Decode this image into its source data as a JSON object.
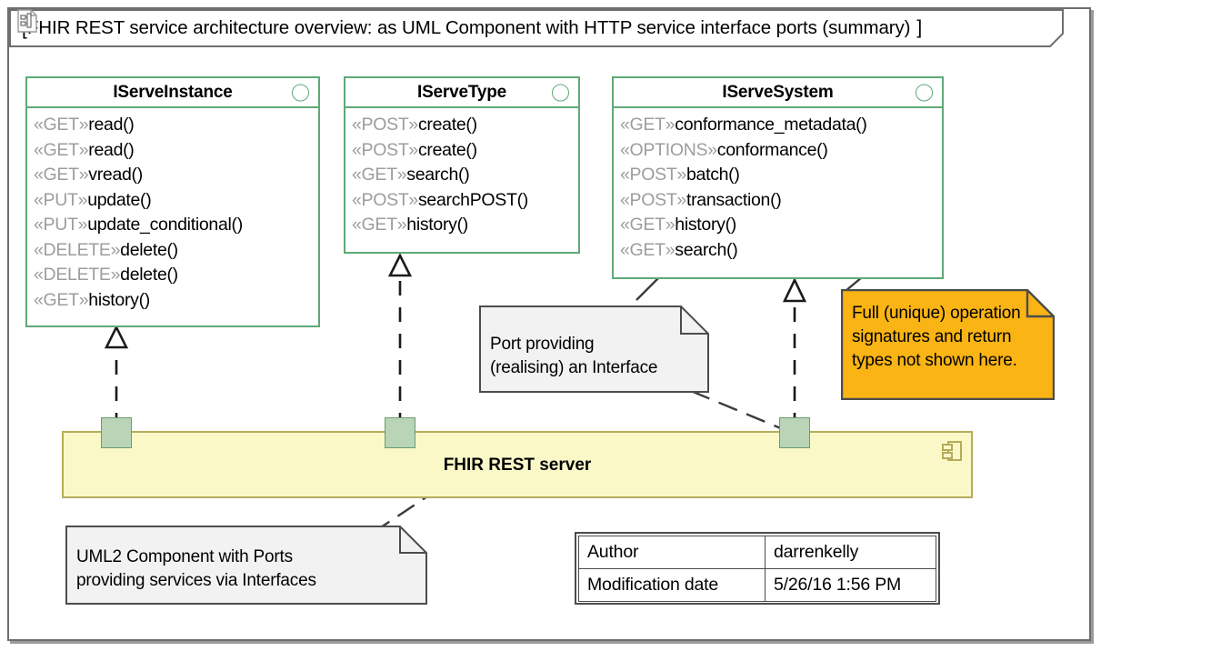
{
  "header": {
    "bracket_left": "[",
    "bracket_right": "]",
    "icon": "uml-diagram-document-icon",
    "title": "FHIR REST service architecture overview: as UML Component with HTTP service interface ports (summary)"
  },
  "colors": {
    "interface_border": "#5fa877",
    "component_fill": "#fbf8c8",
    "component_border": "#b5ac5a",
    "port_fill": "#b9d4b7",
    "port_border": "#6a9e6c",
    "note_gray_fill": "#f2f2f2",
    "note_orange_fill": "#fab414",
    "note_border": "#4c4c4c",
    "stereotype_text": "#9d9d9d",
    "frame_border": "#6e6e6e"
  },
  "interfaces": [
    {
      "name": "IServeInstance",
      "operations": [
        {
          "stereotype": "«GET»",
          "name": "read()"
        },
        {
          "stereotype": "«GET»",
          "name": "read()"
        },
        {
          "stereotype": "«GET»",
          "name": "vread()"
        },
        {
          "stereotype": "«PUT»",
          "name": "update()"
        },
        {
          "stereotype": "«PUT»",
          "name": "update_conditional()"
        },
        {
          "stereotype": "«DELETE»",
          "name": "delete()"
        },
        {
          "stereotype": "«DELETE»",
          "name": "delete()"
        },
        {
          "stereotype": "«GET»",
          "name": "history()"
        }
      ]
    },
    {
      "name": "IServeType",
      "operations": [
        {
          "stereotype": "«POST»",
          "name": "create()"
        },
        {
          "stereotype": "«POST»",
          "name": "create()"
        },
        {
          "stereotype": "«GET»",
          "name": "search()"
        },
        {
          "stereotype": "«POST»",
          "name": "searchPOST()"
        },
        {
          "stereotype": "«GET»",
          "name": "history()"
        }
      ]
    },
    {
      "name": "IServeSystem",
      "operations": [
        {
          "stereotype": "«GET»",
          "name": "conformance_metadata()"
        },
        {
          "stereotype": "«OPTIONS»",
          "name": "conformance()"
        },
        {
          "stereotype": "«POST»",
          "name": "batch()"
        },
        {
          "stereotype": "«POST»",
          "name": "transaction()"
        },
        {
          "stereotype": "«GET»",
          "name": "history()"
        },
        {
          "stereotype": "«GET»",
          "name": "search()"
        }
      ]
    }
  ],
  "component": {
    "label": "FHIR REST server",
    "icon": "uml-component-icon",
    "ports": [
      "port-iserveinstance",
      "port-iservetype",
      "port-iservesystem"
    ]
  },
  "notes": {
    "port": "Port providing\n(realising) an Interface",
    "full": "Full (unique) operation\nsignatures and return\ntypes not shown here.",
    "component": "UML2 Component with Ports\nproviding services via Interfaces"
  },
  "metadata": {
    "rows": [
      {
        "key": "Author",
        "value": "darrenkelly"
      },
      {
        "key": "Modification date",
        "value": "5/26/16 1:56 PM"
      }
    ]
  }
}
